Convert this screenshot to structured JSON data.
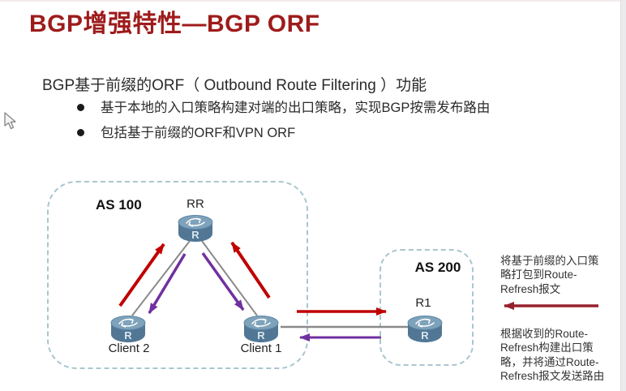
{
  "slide": {
    "title": "BGP增强特性—BGP ORF",
    "heading": "BGP基于前缀的ORF（ Outbound Route Filtering ）功能",
    "bullets": [
      "基于本地的入口策略构建对端的出口策略，实现BGP按需发布路由",
      "包括基于前缀的ORF和VPN ORF"
    ]
  },
  "diagram": {
    "as100_label": "AS 100",
    "as200_label": "AS 200",
    "routers": {
      "rr": "RR",
      "client1": "Client 1",
      "client2": "Client 2",
      "r1": "R1"
    }
  },
  "annotations": {
    "pack_note": "将基于前缀的入口策略打包到Route-Refresh报文",
    "build_note": "根据收到的Route-Refresh构建出口策略，并将通过Route-Refresh报文发送路由"
  },
  "colors": {
    "title_red": "#9E1B1B",
    "route_arrow_red": "#C00000",
    "orf_arrow_purple": "#7030A0",
    "annotation_arrow_dark_red": "#96202C",
    "link_gray": "#8A8A8A",
    "as_border_blue": "#A9C6CF",
    "router_blue": "#517795"
  }
}
